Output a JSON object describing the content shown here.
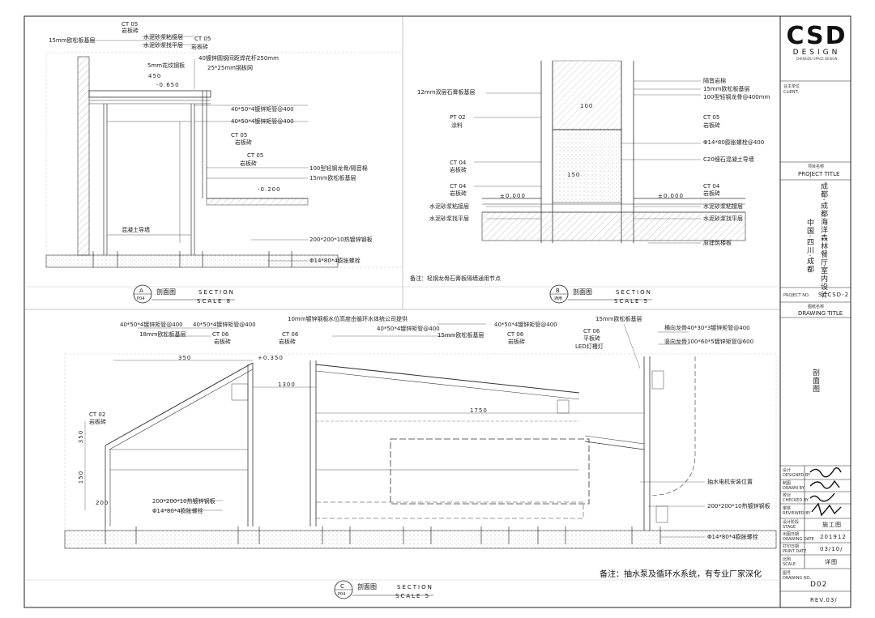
{
  "sheet": {
    "logo": {
      "main": "CSD",
      "sub": "DESIGN",
      "tagline": "CHENGDU SPACE DESIGN"
    },
    "client": {
      "label": "业主单位",
      "label_en": "CLIENT:"
    },
    "project": {
      "label": "项目名称",
      "label_en": "PROJECT TITLE",
      "name_line1": "中国·四川·成都",
      "name_line2": "成都·成都海洋森林餐厅室内设计"
    },
    "project_no": {
      "label": "PROJECT NO.",
      "value": "SCCSD-2"
    },
    "drawing": {
      "label": "图纸名称",
      "label_en": "DRAWING TITLE",
      "name": "剖面图"
    },
    "signatures": [
      {
        "label": "设计",
        "label_en": "DESIGNED BY"
      },
      {
        "label": "制图",
        "label_en": "DRAWN BY"
      },
      {
        "label": "校对",
        "label_en": "CHECKED BY"
      },
      {
        "label": "审核",
        "label_en": "REVIEWED BY"
      }
    ],
    "stage": {
      "label": "设计阶段",
      "label_en": "STAGE",
      "value": "施工图"
    },
    "drawing_date": {
      "label": "出图日期",
      "label_en": "DRAWING DATE",
      "value": "201912"
    },
    "print_date": {
      "label": "打印日期",
      "label_en": "PRINT DATE",
      "value": "03/10/"
    },
    "scale": {
      "label": "比例",
      "label_en": "SCALE",
      "value": "详图"
    },
    "drawing_no": {
      "label": "图号",
      "label_en": "DRAWING NO.",
      "value": "D02"
    },
    "revision": "REV.03/"
  },
  "sections": [
    {
      "bubble_top": "A",
      "bubble_bottom": "P04",
      "title_cn": "剖面图",
      "title_en": "SECTION",
      "scale": "SCALE 8"
    },
    {
      "bubble_top": "B",
      "bubble_bottom": "通用",
      "title_cn": "剖面图",
      "title_en": "SECTION",
      "scale": "SCALE 5"
    },
    {
      "bubble_top": "C",
      "bubble_bottom": "P04",
      "title_cn": "剖面图",
      "title_en": "SECTION",
      "scale": "SCALE 5"
    }
  ],
  "labels_a": [
    "15mm欧松板基层",
    "CT 05",
    "岩板砖",
    "水泥砂浆粘接层",
    "水泥砂浆找平层",
    "CT 05",
    "岩板砖",
    "5mm花纹钢板",
    "40镀锌圆钢间距焊花杆250mm",
    "25*25mm钢板网",
    "450",
    "-0.650",
    "40*50*4镀锌矩管@400",
    "40*50*4镀锌矩管@400",
    "CT 05",
    "岩板砖",
    "CT 05",
    "岩板砖",
    "100型轻钢龙骨/隔音棉",
    "15mm欧松板基层",
    "-0.200",
    "混凝土导墙",
    "200*200*10热镀锌钢板",
    "Φ14*80*4膨胀螺栓"
  ],
  "labels_b": [
    "隔音岩棉",
    "15mm欧松板基层",
    "100型轻钢龙骨@400mm",
    "12mm双层石膏板基层",
    "100",
    "PT 02",
    "涂料",
    "CT 05",
    "岩板砖",
    "Φ14*80膨胀螺栓@400",
    "C20细石混凝土导墙",
    "CT 04",
    "岩板砖",
    "CT 04",
    "岩板砖",
    "150",
    "±0.000",
    "±0.000",
    "CT 04",
    "岩板砖",
    "水泥砂浆粘接层",
    "水泥砂浆找平层",
    "水泥砂浆粘接层",
    "水泥砂浆找平层",
    "原建筑楼板",
    "备注：轻钢龙骨石膏板隔墙通用节点"
  ],
  "labels_c": [
    "40*50*4镀锌矩管@400",
    "40*50*4镀锌矩管@400",
    "18mm欧松板基层",
    "10mm镀锌钢板",
    "水位高度由循环水体统公司提供",
    "CT 06",
    "岩板砖",
    "CT 06",
    "岩板砖",
    "40*50*4镀锌矩管@400",
    "15mm欧松板基层",
    "40*50*4镀锌矩管@400",
    "CT 06",
    "岩板砖",
    "15mm欧松板基层",
    "CT 06",
    "平板砖",
    "LED灯槽灯",
    "横向龙骨40*30*3镀锌矩管@400",
    "竖向龙骨100*60*5镀锌矩管@600",
    "350",
    "+0.350",
    "1300",
    "1750",
    "CT 02",
    "岩板砖",
    "350",
    "150",
    "200",
    "200*200*10热镀锌钢板",
    "Φ14*80*4膨胀螺栓",
    "抽水电机安装位置",
    "200*200*10热镀锌钢板",
    "Φ14*80*4膨胀螺栓"
  ],
  "note_bottom": "备注：抽水泵及循环水系统，有专业厂家深化",
  "colors": {
    "line": "#222222",
    "hatch": "#9a9a9a",
    "paper": "#ffffff",
    "accent": "#111111"
  }
}
